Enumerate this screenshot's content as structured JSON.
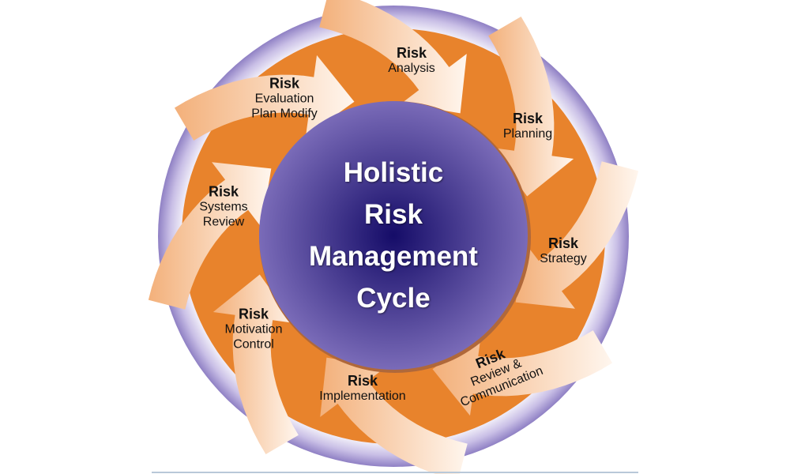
{
  "title_lines": [
    "Holistic",
    "Risk",
    "Management",
    "Cycle"
  ],
  "stages": [
    {
      "heading": "Risk",
      "lines": [
        "Analysis"
      ]
    },
    {
      "heading": "Risk",
      "lines": [
        "Planning"
      ]
    },
    {
      "heading": "Risk",
      "lines": [
        "Strategy"
      ]
    },
    {
      "heading": "Risk",
      "lines": [
        "Review &",
        "Communication"
      ]
    },
    {
      "heading": "Risk",
      "lines": [
        "Implementation"
      ]
    },
    {
      "heading": "Risk",
      "lines": [
        "Motivation",
        "Control"
      ]
    },
    {
      "heading": "Risk",
      "lines": [
        "Systems",
        "Review"
      ]
    },
    {
      "heading": "Risk",
      "lines": [
        "Evaluation",
        "Plan Modify"
      ]
    }
  ],
  "colors": {
    "orange": "#e8832c",
    "purple_center": "#1c1470",
    "purple_edge": "#7566b4",
    "ring": "#b9acdc",
    "arrow_light": "#fbe3cc"
  }
}
